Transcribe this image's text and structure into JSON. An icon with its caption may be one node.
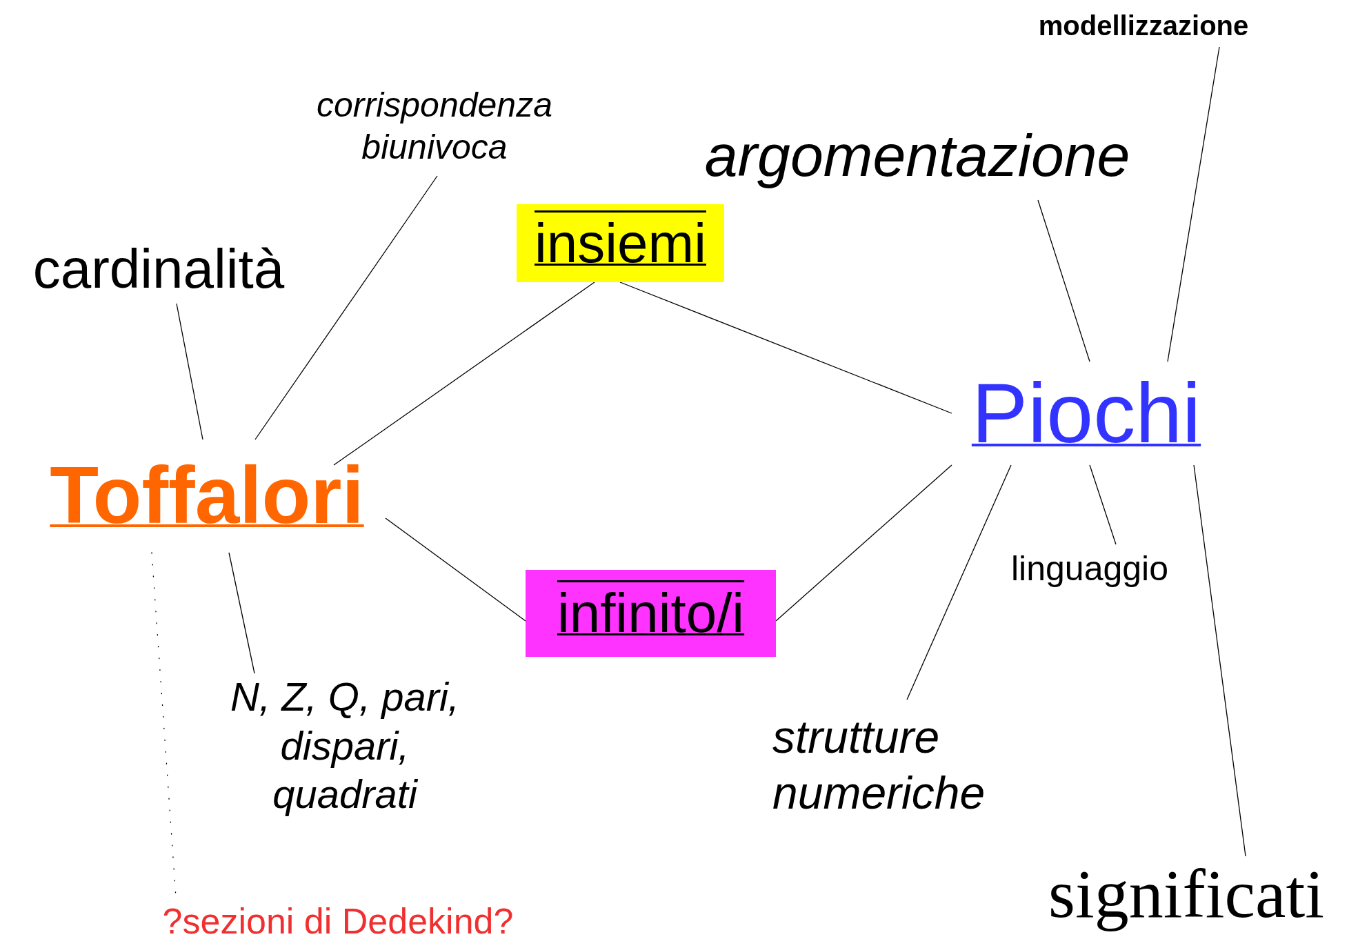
{
  "diagram": {
    "nodes": [
      {
        "text": [
          "modellizzazione"
        ]
      },
      {
        "text": [
          "corrispondenza biunivoca"
        ]
      },
      {
        "text": [
          "argomentazione"
        ]
      },
      {
        "text": [
          "cardinalità"
        ]
      },
      {
        "text": [
          "insiemi"
        ]
      },
      {
        "text": [
          "Piochi"
        ]
      },
      {
        "text": [
          "Toffalori"
        ]
      },
      {
        "text": [
          "linguaggio"
        ]
      },
      {
        "text": [
          "infinito/i"
        ]
      },
      {
        "text": [
          "N, Z, Q, pari, dispari, quadrati"
        ]
      },
      {
        "text": [
          "strutture numeriche"
        ]
      },
      {
        "text": [
          "significati"
        ]
      },
      {
        "text": [
          "?sezioni di Dedekind?"
        ]
      }
    ],
    "edges": [
      {
        "from": 6,
        "to": 3,
        "arrow": "none"
      },
      {
        "from": 6,
        "to": 1,
        "arrow": "none"
      },
      {
        "from": 6,
        "to": 4,
        "arrow": "none"
      },
      {
        "from": 6,
        "to": 8,
        "arrow": "none"
      },
      {
        "from": 6,
        "to": 9,
        "arrow": "none"
      },
      {
        "from": 6,
        "to": 12,
        "arrow": "none",
        "style": "dashed"
      },
      {
        "from": 5,
        "to": 4,
        "arrow": "none"
      },
      {
        "from": 5,
        "to": 2,
        "arrow": "none"
      },
      {
        "from": 5,
        "to": 0,
        "arrow": "none"
      },
      {
        "from": 5,
        "to": 8,
        "arrow": "none"
      },
      {
        "from": 5,
        "to": 10,
        "arrow": "none"
      },
      {
        "from": 5,
        "to": 7,
        "arrow": "none"
      },
      {
        "from": 5,
        "to": 11,
        "arrow": "none"
      }
    ]
  }
}
